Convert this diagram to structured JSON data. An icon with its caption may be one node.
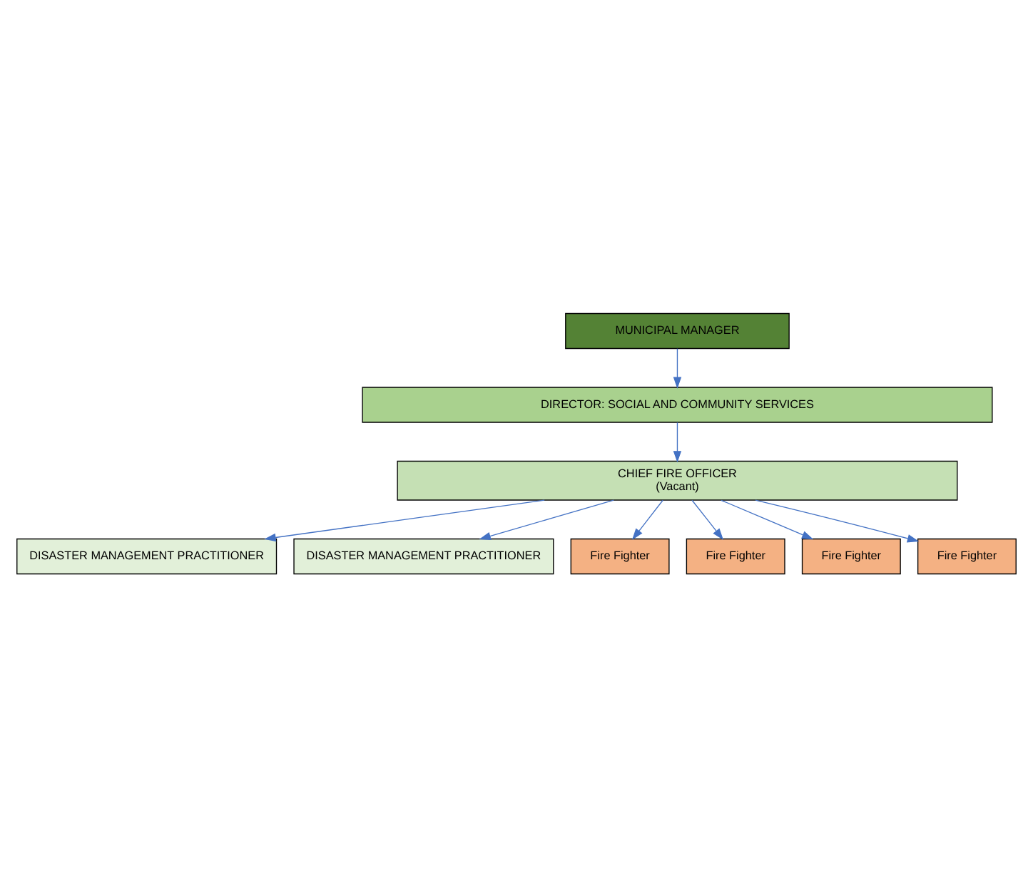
{
  "diagram": {
    "nodes": [
      {
        "text": [
          "MUNICIPAL MANAGER"
        ]
      },
      {
        "text": [
          "DIRECTOR: SOCIAL AND COMMUNITY SERVICES"
        ]
      },
      {
        "text": [
          "CHIEF FIRE OFFICER",
          "(Vacant)"
        ]
      },
      {
        "text": [
          "DISASTER MANAGEMENT PRACTITIONER"
        ]
      },
      {
        "text": [
          "DISASTER MANAGEMENT PRACTITIONER"
        ]
      },
      {
        "text": [
          "Fire Fighter"
        ]
      },
      {
        "text": [
          "Fire Fighter"
        ]
      },
      {
        "text": [
          "Fire Fighter"
        ]
      },
      {
        "text": [
          "Fire Fighter"
        ]
      }
    ],
    "edges": [
      {
        "from": 0,
        "to": 1,
        "arrow": "to"
      },
      {
        "from": 1,
        "to": 2,
        "arrow": "to"
      },
      {
        "from": 2,
        "to": 3,
        "arrow": "to"
      },
      {
        "from": 2,
        "to": 4,
        "arrow": "to"
      },
      {
        "from": 2,
        "to": 5,
        "arrow": "to"
      },
      {
        "from": 2,
        "to": 6,
        "arrow": "to"
      },
      {
        "from": 2,
        "to": 7,
        "arrow": "to"
      },
      {
        "from": 2,
        "to": 8,
        "arrow": "to"
      }
    ]
  }
}
